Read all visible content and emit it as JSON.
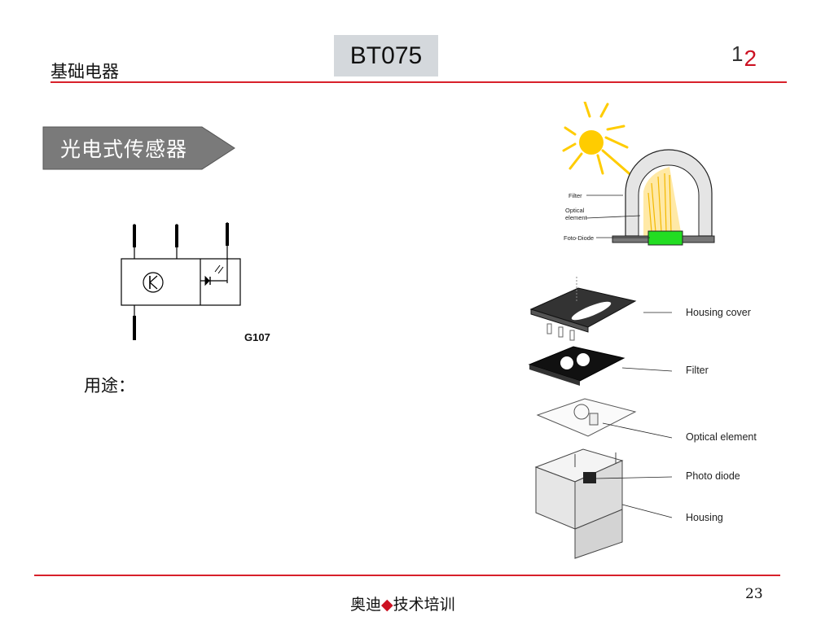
{
  "header": {
    "title": "基础电器",
    "code": "BT075",
    "page_indicator_1": "1",
    "page_indicator_2": "2"
  },
  "section_label": "光电式传感器",
  "symbol": {
    "designation": "G107"
  },
  "usage_label": "用途：",
  "sensor_diagram": {
    "labels": [
      "Filter",
      "Optical element",
      "Foto-Diode"
    ]
  },
  "exploded_view": {
    "labels": [
      "Housing cover",
      "Filter",
      "Optical element",
      "Photo diode",
      "Housing"
    ]
  },
  "footer": {
    "text_left": "奥迪",
    "diamond": "◆",
    "text_right": "技术培训",
    "slide_number": "23"
  },
  "colors": {
    "accent_red": "#d8202a",
    "label_gray": "#7a7a7a",
    "code_box": "#d4d8dc",
    "photodiode_green": "#22dd22",
    "sun_yellow": "#ffcc00"
  }
}
